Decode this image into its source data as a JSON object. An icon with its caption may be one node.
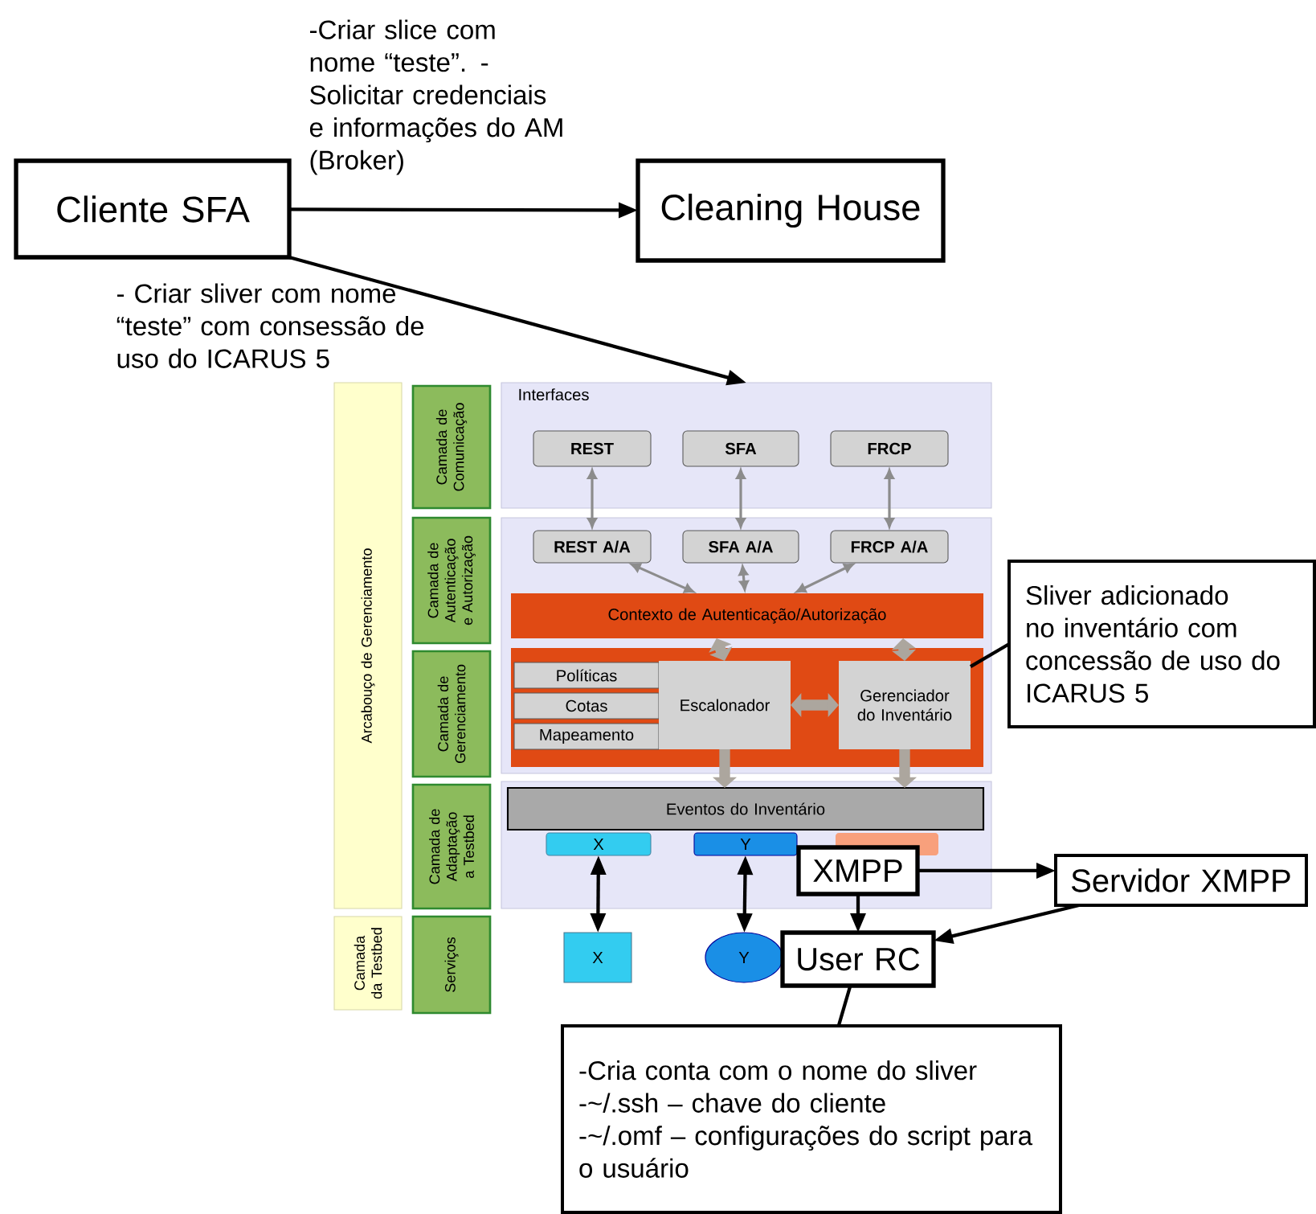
{
  "diagram": {
    "nodes": [
      {
        "text": [
          "Cliente SFA"
        ]
      },
      {
        "text": [
          "Cleaning House"
        ]
      },
      {
        "text": [
          "Arcabouço de Gerenciamento"
        ]
      },
      {
        "text": [
          "Camada da Testbed"
        ]
      },
      {
        "text": [
          "Camada de Comunicação"
        ]
      },
      {
        "text": [
          "Camada de Autenticação e Autorização"
        ]
      },
      {
        "text": [
          "Camada de Gerenciamento"
        ]
      },
      {
        "text": [
          "Camada de Adaptação a Testbed"
        ]
      },
      {
        "text": [
          "Serviços"
        ]
      },
      {
        "text": [
          "Interfaces"
        ]
      },
      {
        "text": [
          "REST"
        ],
        "in": 9
      },
      {
        "text": [
          "SFA"
        ],
        "in": 9
      },
      {
        "text": [
          "FRCP"
        ],
        "in": 9
      },
      {
        "text": [],
        "shape": "box"
      },
      {
        "text": [
          "REST A/A"
        ],
        "in": 13
      },
      {
        "text": [
          "SFA A/A"
        ],
        "in": 13
      },
      {
        "text": [
          "FRCP A/A"
        ],
        "in": 13
      },
      {
        "text": [
          "Contexto de Autenticação/Autorização"
        ],
        "in": 13
      },
      {
        "text": [],
        "shape": "box",
        "in": 13
      },
      {
        "text": [
          "Políticas"
        ],
        "in": 18
      },
      {
        "text": [
          "Cotas"
        ],
        "in": 18
      },
      {
        "text": [
          "Mapeamento"
        ],
        "in": 18
      },
      {
        "text": [
          "Escalonador"
        ],
        "in": 18
      },
      {
        "text": [
          "Gerenciador do Inventário"
        ],
        "in": 18
      },
      {
        "text": [],
        "shape": "box"
      },
      {
        "text": [
          "Eventos do Inventário"
        ],
        "in": 24
      },
      {
        "text": [
          "X"
        ],
        "in": 24
      },
      {
        "text": [
          "Y"
        ],
        "in": 24
      },
      {
        "text": [],
        "shape": "box",
        "in": 24
      },
      {
        "text": [
          "XMPP"
        ],
        "in": 24
      },
      {
        "text": [
          "X"
        ]
      },
      {
        "text": [
          "Y"
        ]
      },
      {
        "text": [
          "User RC"
        ]
      },
      {
        "text": [
          "Servidor XMPP"
        ]
      },
      {
        "text": [
          "Sliver adicionado no inventário com concessão de uso do ICARUS 5"
        ]
      },
      {
        "text": [
          "-Cria conta com o nome do sliver",
          "-~/.ssh – chave do cliente",
          "-~/.omf – configurações do script para o usuário"
        ]
      }
    ],
    "edges": [
      {
        "from": 0,
        "to": 1,
        "arrow": "to",
        "label": "-Criar slice com nome “teste”. -Solicitar credenciais e informações do AM (Broker)"
      },
      {
        "from": 0,
        "to": 9,
        "arrow": "to",
        "label": "- Criar sliver com nome “teste” com consessão de uso do ICARUS 5"
      },
      {
        "from": 10,
        "to": 14,
        "arrow": "both",
        "color": "#8c8c8c"
      },
      {
        "from": 11,
        "to": 15,
        "arrow": "both",
        "color": "#8c8c8c"
      },
      {
        "from": 12,
        "to": 16,
        "arrow": "both",
        "color": "#8c8c8c"
      },
      {
        "from": 14,
        "to": 17,
        "arrow": "both",
        "color": "#8c8c8c"
      },
      {
        "from": 15,
        "to": 17,
        "arrow": "both",
        "color": "#8c8c8c"
      },
      {
        "from": 16,
        "to": 17,
        "arrow": "both",
        "color": "#8c8c8c"
      },
      {
        "from": 17,
        "to": 22,
        "arrow": "both",
        "style": "thick",
        "color": "#aca69e"
      },
      {
        "from": 17,
        "to": 23,
        "arrow": "both",
        "style": "thick",
        "color": "#aca69e"
      },
      {
        "from": 22,
        "to": 23,
        "arrow": "both",
        "style": "thick",
        "color": "#aca69e"
      },
      {
        "from": 22,
        "to": 25,
        "arrow": "to",
        "style": "thick",
        "color": "#aca69e"
      },
      {
        "from": 23,
        "to": 25,
        "arrow": "to",
        "style": "thick",
        "color": "#aca69e"
      },
      {
        "from": 26,
        "to": 30,
        "arrow": "both"
      },
      {
        "from": 27,
        "to": 31,
        "arrow": "both"
      },
      {
        "from": 29,
        "to": 33,
        "arrow": "to"
      },
      {
        "from": 29,
        "to": 32,
        "arrow": "to"
      },
      {
        "from": 33,
        "to": 32,
        "arrow": "to"
      },
      {
        "from": 34,
        "to": 23,
        "arrow": "none"
      },
      {
        "from": 35,
        "to": 32,
        "arrow": "none"
      }
    ]
  }
}
